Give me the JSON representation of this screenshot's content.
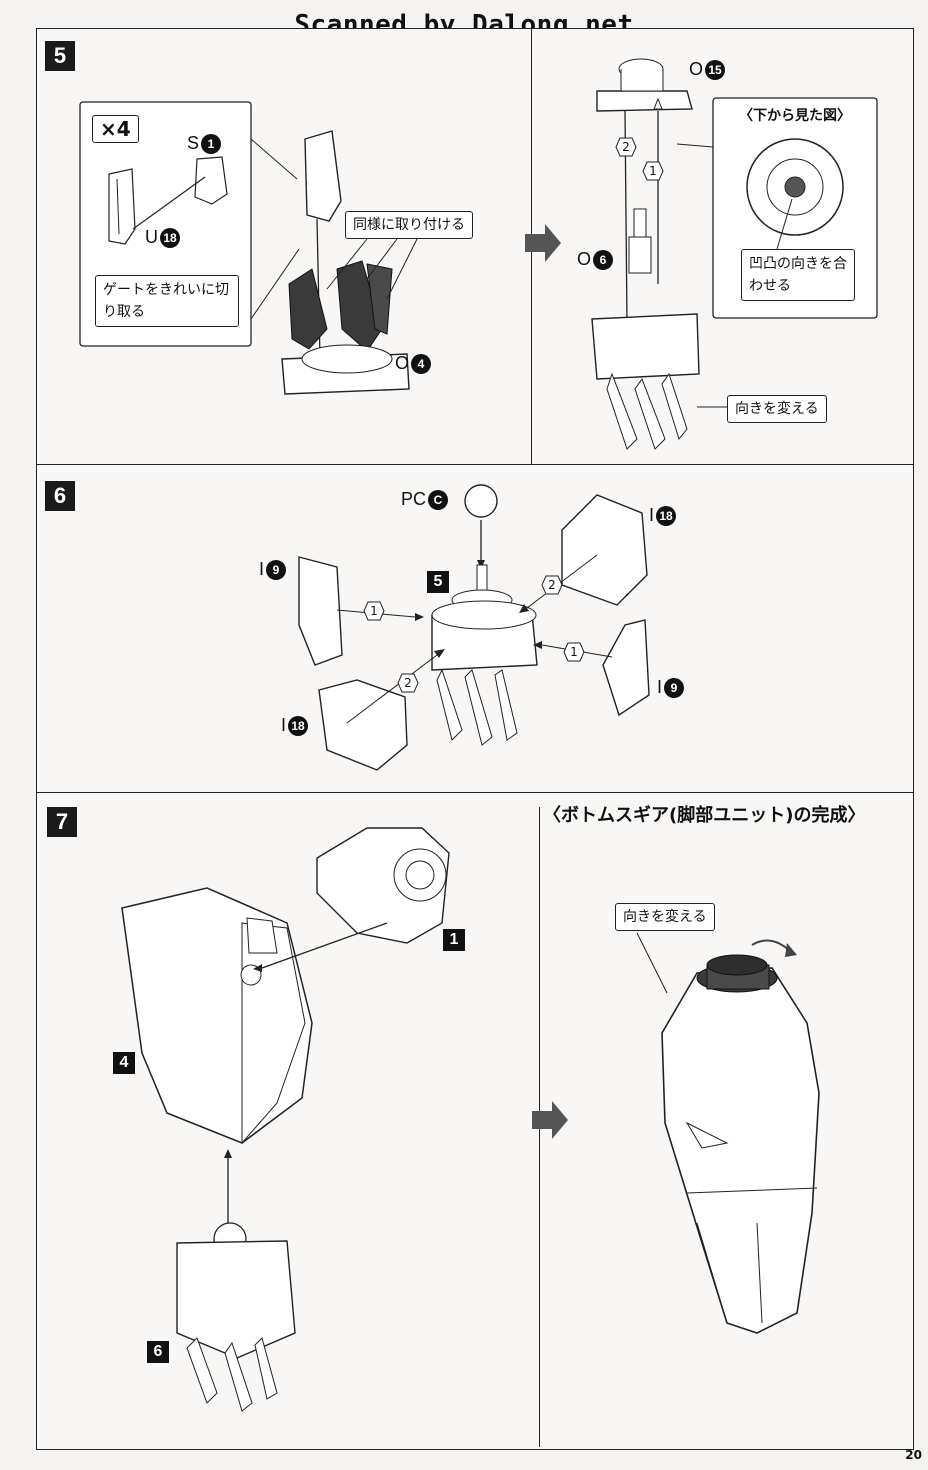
{
  "header": {
    "watermark": "Scanned by Dalong.net"
  },
  "page_number": "20",
  "steps": {
    "s5": {
      "number": "5",
      "multiplier": "×4",
      "part_s": {
        "letter": "S",
        "num": "1"
      },
      "part_u": {
        "letter": "U",
        "num": "18"
      },
      "part_o4": {
        "letter": "O",
        "num": "4"
      },
      "part_o15": {
        "letter": "O",
        "num": "15"
      },
      "part_o6": {
        "letter": "O",
        "num": "6"
      },
      "gate_note": "ゲートをきれいに切り取る",
      "same_attach": "同様に取り付ける",
      "bottom_view_title": "〈下から見た図〉",
      "align_note": "凹凸の向きを合わせる",
      "rotate_note": "向きを変える",
      "seq1": "1",
      "seq2": "2"
    },
    "s6": {
      "number": "6",
      "part_pc": {
        "letter": "PC",
        "num": "C"
      },
      "part_i18_top": {
        "letter": "I",
        "num": "18"
      },
      "part_i9_left": {
        "letter": "I",
        "num": "9"
      },
      "part_i9_right": {
        "letter": "I",
        "num": "9"
      },
      "part_i18_bottom": {
        "letter": "I",
        "num": "18"
      },
      "sub_ref": "5",
      "seq1": "1",
      "seq2": "2"
    },
    "s7": {
      "number": "7",
      "ref1": "1",
      "ref4": "4",
      "ref6": "6",
      "complete_title": "〈ボトムスギア(脚部ユニット)の完成〉",
      "rotate_note": "向きを変える"
    }
  },
  "colors": {
    "ink": "#1b1b1b",
    "paper": "#f8f7f5",
    "highlight": "#3a3a3a"
  }
}
